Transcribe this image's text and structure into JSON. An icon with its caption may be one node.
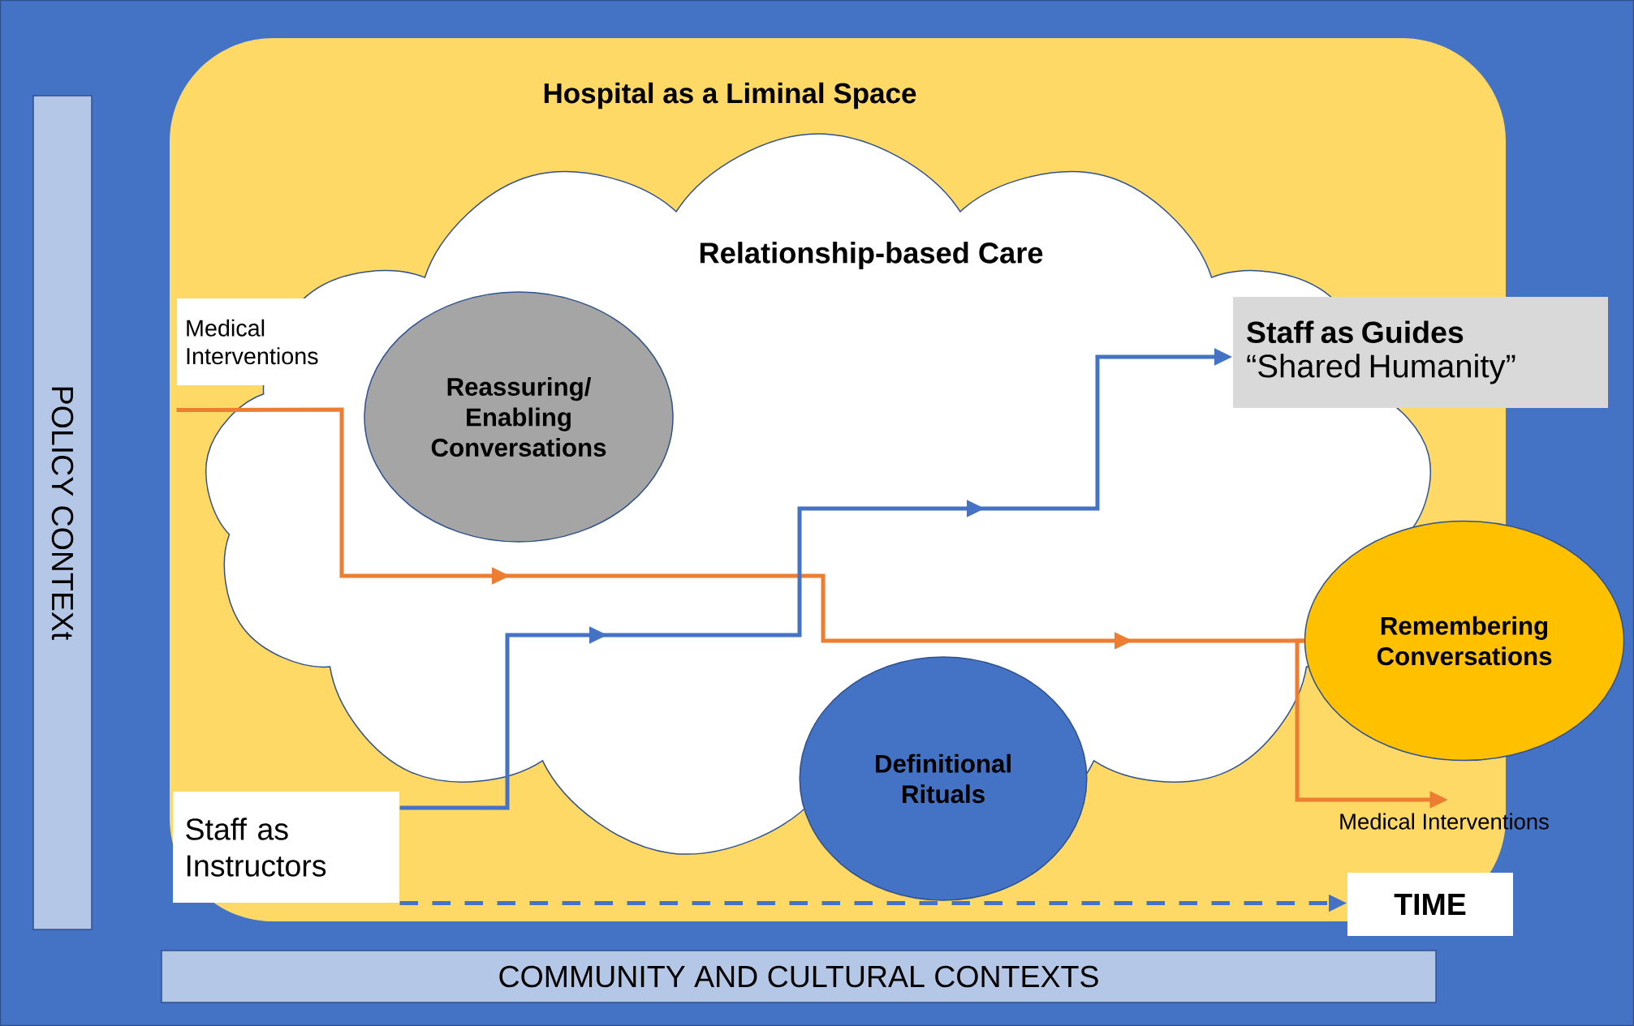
{
  "diagram": {
    "nodes": [
      {
        "text": [
          "Hospital as a Liminal Space"
        ]
      },
      {
        "text": [
          "Relationship-based Care"
        ],
        "in": 0
      },
      {
        "text": [
          "POLICY CONTEXt"
        ]
      },
      {
        "text": [
          "Medical Interventions"
        ],
        "in": 0
      },
      {
        "text": [
          "Reassuring/ Enabling Conversations"
        ],
        "in": 1
      },
      {
        "text": [
          "Staff as Guides",
          "“Shared Humanity”"
        ]
      },
      {
        "text": [
          "Remembering Conversations"
        ]
      },
      {
        "text": [
          "Definitional Rituals"
        ],
        "in": 0
      },
      {
        "text": [
          "Staff as Instructors"
        ],
        "in": 0
      },
      {
        "text": [
          "Medical Interventions"
        ]
      },
      {
        "text": [
          "TIME"
        ]
      },
      {
        "text": [
          "COMMUNITY AND CULTURAL CONTEXTS"
        ]
      }
    ],
    "edges": [
      {
        "from": 3,
        "to": 6,
        "arrow": "to",
        "color": "#ed7d31"
      },
      {
        "from": 6,
        "to": 9,
        "arrow": "to",
        "color": "#ed7d31"
      },
      {
        "from": 8,
        "to": 5,
        "arrow": "to",
        "color": "#4472c4"
      },
      {
        "from": 8,
        "to": 10,
        "arrow": "to",
        "style": "dashed",
        "color": "#4472c4"
      }
    ]
  }
}
